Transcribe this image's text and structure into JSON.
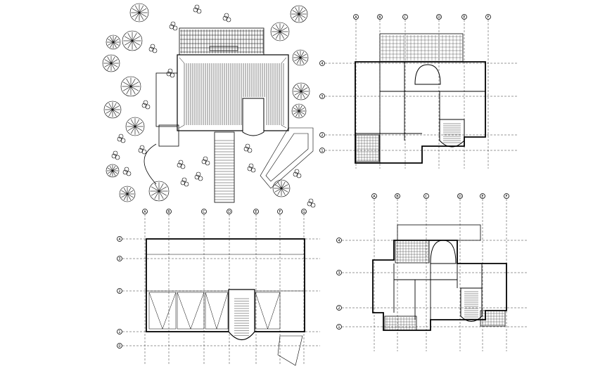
{
  "sheet": {
    "background": "#ffffff",
    "line_color": "#000000",
    "drawings": [
      {
        "name": "site-roof-plan"
      },
      {
        "name": "upper-floor-plan",
        "grid_labels": [
          "A",
          "B",
          "C",
          "D",
          "E",
          "F"
        ],
        "row_labels": [
          "4",
          "3",
          "2",
          "1"
        ]
      },
      {
        "name": "foundation-plan",
        "grid_labels": [
          "A",
          "B",
          "C",
          "D",
          "E",
          "F",
          "G"
        ],
        "row_labels": [
          "4",
          "3",
          "2",
          "1",
          "0"
        ]
      },
      {
        "name": "ground-floor-plan",
        "grid_labels": [
          "A",
          "B",
          "C",
          "D",
          "E",
          "F"
        ],
        "row_labels": [
          "4",
          "3",
          "2",
          "1"
        ]
      }
    ]
  }
}
